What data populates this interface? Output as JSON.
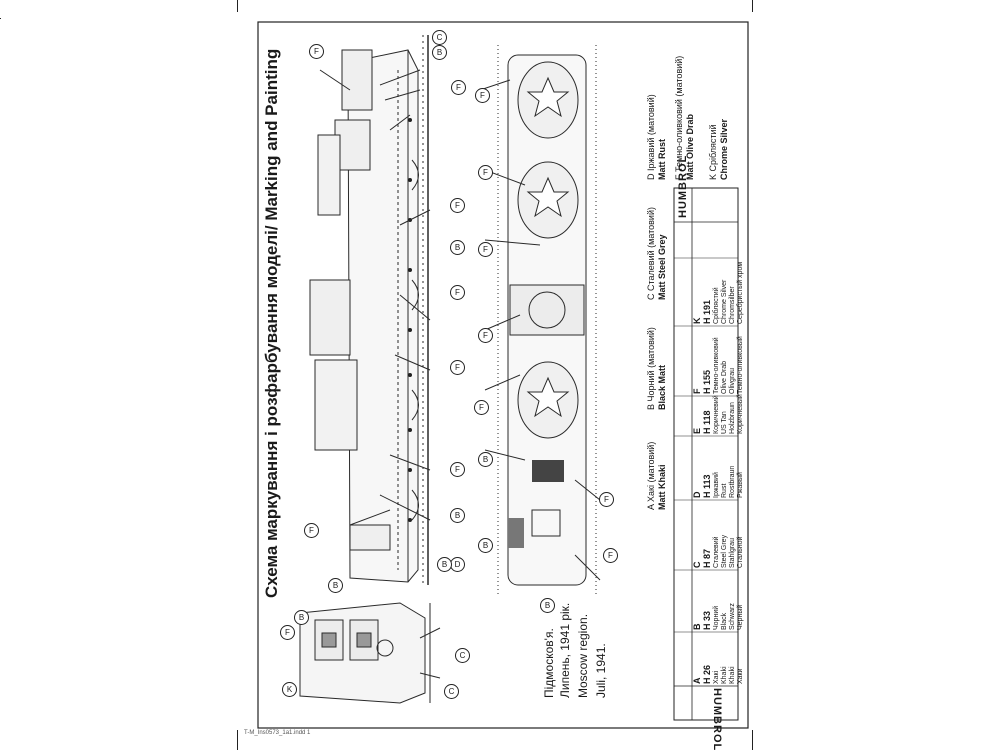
{
  "title": "Схема маркування і розфарбування моделі/ Marking and Painting",
  "region": {
    "lines": [
      "Підмосков'я.",
      "Липень, 1941 рік.",
      "Moscow region.",
      "Juli, 1941."
    ]
  },
  "legend": [
    {
      "letter": "A",
      "line1": "Хакі (матовий)",
      "line2": "Matt Khaki"
    },
    {
      "letter": "B",
      "line1": "Чорний (матовий)",
      "line2": "Black Matt"
    },
    {
      "letter": "C",
      "line1": "Сталевий (матовий)",
      "line2": "Matt Steel Grey"
    },
    {
      "letter": "D",
      "line1": "Іржавий (матовий)",
      "line2": "Matt Rust"
    },
    {
      "letter": "F",
      "line1": "Темно-оливковий (матовий)",
      "line2": "Matt Olive Drab"
    },
    {
      "letter": "K",
      "line1": "Сріблястий",
      "line2": "Chrome Silver"
    }
  ],
  "brand": "HUMBROL",
  "paint_table": [
    {
      "letter": "A",
      "code": "H 26",
      "names": [
        "Хакі",
        "Khaki",
        "Khaki",
        "Хаки"
      ]
    },
    {
      "letter": "B",
      "code": "H 33",
      "names": [
        "Чорний",
        "Black",
        "Schwarz",
        "Черный"
      ]
    },
    {
      "letter": "C",
      "code": "H 87",
      "names": [
        "Сталевий",
        "Steel Grey",
        "Stahlgrau",
        "Стальной"
      ]
    },
    {
      "letter": "D",
      "code": "H 113",
      "names": [
        "Іржавий",
        "Rust",
        "Rostbraun",
        "Ржавый"
      ]
    },
    {
      "letter": "E",
      "code": "H 118",
      "names": [
        "Коричневий",
        "US Tan",
        "Holzbraun",
        "Коричневый"
      ]
    },
    {
      "letter": "F",
      "code": "H 155",
      "names": [
        "Темно-оливковий",
        "Olive Drab",
        "Olivgrau",
        "Темно-оливковый"
      ]
    },
    {
      "letter": "K",
      "code": "H 191",
      "names": [
        "Сріблястий",
        "Chrome Silver",
        "Chromsilber",
        "Серебристый хром"
      ]
    }
  ],
  "footer": "T-M_Ins0573_1a1.indd 1"
}
